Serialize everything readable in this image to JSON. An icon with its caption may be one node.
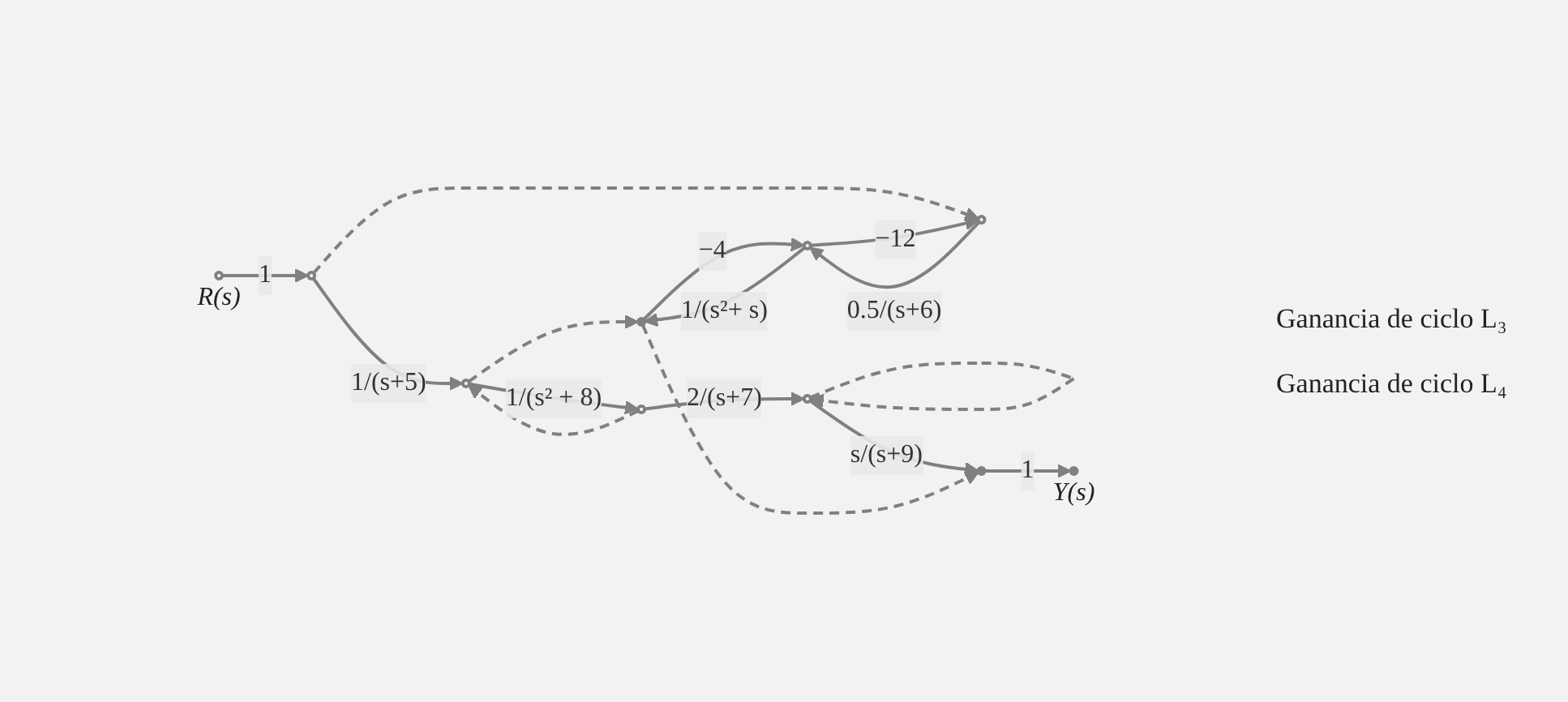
{
  "diagram": {
    "nodes": [
      {
        "text": [],
        "shape": "circle",
        "beside": [
          "R(s)"
        ]
      },
      {
        "text": [],
        "shape": "circle"
      },
      {
        "text": [],
        "shape": "circle"
      },
      {
        "text": [],
        "shape": "circle"
      },
      {
        "text": [],
        "shape": "circle"
      },
      {
        "text": [],
        "shape": "circle"
      },
      {
        "text": [],
        "shape": "circle"
      },
      {
        "text": [],
        "shape": "circle"
      },
      {
        "text": [],
        "shape": "circle"
      },
      {
        "text": [],
        "shape": "circle",
        "beside": [
          "Y(s)"
        ]
      }
    ],
    "edges": [
      {
        "from": 0,
        "to": 1,
        "arrow": "to",
        "label": "1"
      },
      {
        "from": 1,
        "to": 2,
        "arrow": "to",
        "label": "1/(s+5)"
      },
      {
        "from": 2,
        "to": 3,
        "arrow": "to",
        "label": "1/(s² + 8)"
      },
      {
        "from": 3,
        "to": 2,
        "arrow": "to",
        "style": "dashed"
      },
      {
        "from": 3,
        "to": 4,
        "arrow": "to",
        "label": "2/(s+7)"
      },
      {
        "from": 4,
        "to": 4,
        "arrow": "to",
        "style": "dashed"
      },
      {
        "from": 2,
        "to": 7,
        "arrow": "to",
        "style": "dashed"
      },
      {
        "from": 4,
        "to": 8,
        "arrow": "to",
        "label": "s/(s+9)"
      },
      {
        "from": 1,
        "to": 5,
        "arrow": "to",
        "style": "dashed"
      },
      {
        "from": 5,
        "to": 6,
        "arrow": "to",
        "label": "0.5/(s+6)"
      },
      {
        "from": 6,
        "to": 5,
        "arrow": "to",
        "label": "−12"
      },
      {
        "from": 6,
        "to": 7,
        "arrow": "to",
        "label": "1/(s²+ s)"
      },
      {
        "from": 7,
        "to": 6,
        "arrow": "to",
        "label": "−4"
      },
      {
        "from": 7,
        "to": 8,
        "arrow": "to",
        "style": "dashed"
      },
      {
        "from": 8,
        "to": 9,
        "arrow": "to",
        "label": "1"
      }
    ],
    "labels": [
      "Ganancia de ciclo L₃",
      "Ganancia de ciclo L₄"
    ]
  }
}
